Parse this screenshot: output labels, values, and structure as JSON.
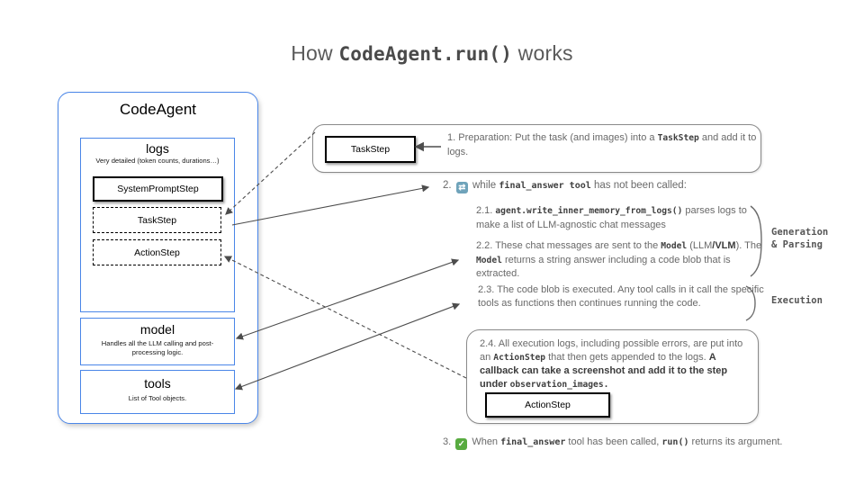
{
  "title": {
    "pre": "How ",
    "code": "CodeAgent.run()",
    "post": " works"
  },
  "colors": {
    "accent_blue": "#4a86e8",
    "box_border_gray": "#8a8a8a",
    "body_text_gray": "#696969",
    "code_text_gray": "#3f3f3f",
    "repeat_icon_bg": "#6fa3ba",
    "check_icon_bg": "#58ab40"
  },
  "code_agent": {
    "label": "CodeAgent",
    "logs": {
      "label": "logs",
      "subtitle": "Very detailed (token counts, durations…)",
      "system_prompt_step": "SystemPromptStep",
      "task_step": "TaskStep",
      "action_step": "ActionStep"
    },
    "model": {
      "label": "model",
      "subtitle": "Handles all the LLM calling and post-processing logic."
    },
    "tools": {
      "label": "tools",
      "subtitle": "List of Tool objects."
    }
  },
  "flow": {
    "step1": {
      "chip": "TaskStep",
      "segments": [
        {
          "style": "plain",
          "text": "1.  Preparation: Put the task (and images) into a "
        },
        {
          "style": "code",
          "text": "TaskStep"
        },
        {
          "style": "plain",
          "text": " and add it to logs."
        }
      ]
    },
    "step2": {
      "num": "2.",
      "icon": {
        "name": "repeat-icon",
        "glyph": "⇄"
      },
      "pre": "while ",
      "code": "final_answer tool",
      "post": " has not been called:"
    },
    "step21": {
      "num": "2.1. ",
      "code": "agent.write_inner_memory_from_logs()",
      "post": " parses logs to make a list of LLM-agnostic chat messages"
    },
    "step22": {
      "segments": [
        {
          "style": "plain",
          "text": "2.2. These chat messages are sent to the "
        },
        {
          "style": "code",
          "text": "Model"
        },
        {
          "style": "plain",
          "text": " (LLM"
        },
        {
          "style": "bold",
          "text": "/VLM"
        },
        {
          "style": "plain",
          "text": "). The "
        },
        {
          "style": "code",
          "text": "Model"
        },
        {
          "style": "plain",
          "text": " returns a string answer including a code blob that is extracted."
        }
      ]
    },
    "step23": {
      "text": "2.3. The code blob is executed. Any tool calls in it call the specific tools as functions then continues running the code."
    },
    "step24": {
      "chip": "ActionStep",
      "segments": [
        {
          "style": "plain",
          "text": "2.4. All execution logs, including possible errors, are put into an "
        },
        {
          "style": "code",
          "text": "ActionStep"
        },
        {
          "style": "plain",
          "text": " that then gets appended to the logs. "
        },
        {
          "style": "bold",
          "text": "A callback can  take a screenshot and add it to the step under "
        },
        {
          "style": "boldcode",
          "text": "observation_images."
        }
      ]
    },
    "step3": {
      "num": "3.",
      "icon": {
        "name": "check-icon",
        "glyph": "✓"
      },
      "pre": "When ",
      "code1": "final_answer",
      "mid": " tool has been called, ",
      "code2": "run()",
      "post": " returns its argument."
    }
  },
  "side_labels": {
    "generation": "Generation\n& Parsing",
    "execution": "Execution"
  }
}
